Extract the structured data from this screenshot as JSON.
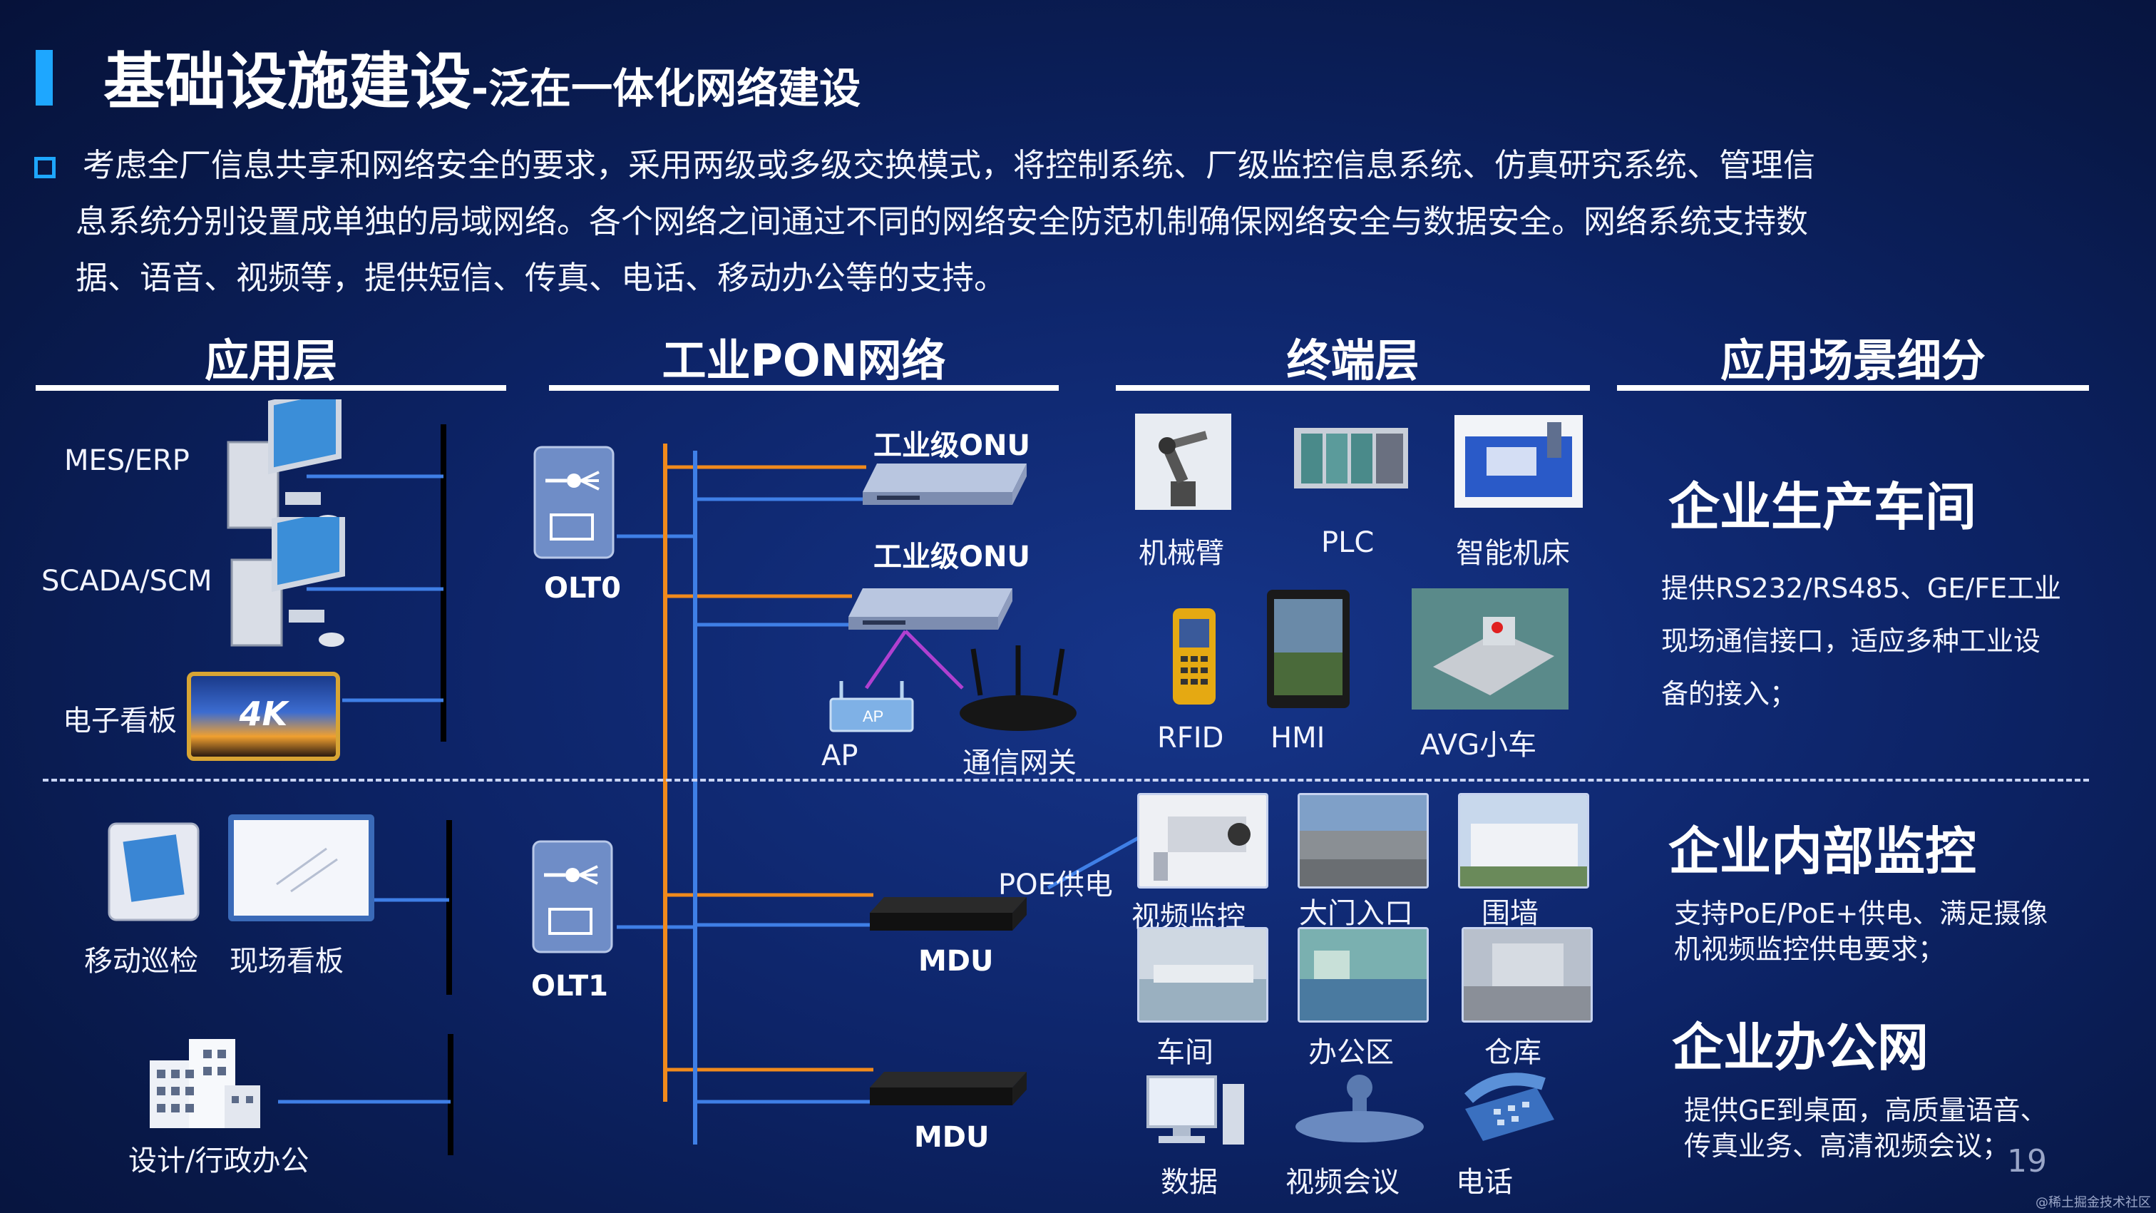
{
  "title": {
    "main": "基础设施建设",
    "sub": "-泛在一体化网络建设"
  },
  "intro": {
    "line1": "考虑全厂信息共享和网络安全的要求，采用两级或多级交换模式，将控制系统、厂级监控信息系统、仿真研究系统、管理信",
    "line2": "息系统分别设置成单独的局域网络。各个网络之间通过不同的网络安全防范机制确保网络安全与数据安全。网络系统支持数",
    "line3": "据、语音、视频等，提供短信、传真、电话、移动办公等的支持。"
  },
  "columns": {
    "app": "应用层",
    "pon": "工业PON网络",
    "terminal": "终端层",
    "scene": "应用场景细分"
  },
  "app_layer": {
    "mes": "MES/ERP",
    "scada": "SCADA/SCM",
    "board": "电子看板",
    "board_screen": "4K",
    "mobile": "移动巡检",
    "site_board": "现场看板",
    "office": "设计/行政办公"
  },
  "pon": {
    "olt0": "OLT0",
    "olt1": "OLT1",
    "onu1": "工业级ONU",
    "onu2": "工业级ONU",
    "ap": "AP",
    "ap_device": "AP",
    "gateway": "通信网关",
    "poe": "POE供电",
    "mdu1": "MDU",
    "mdu2": "MDU"
  },
  "terminal": {
    "arm": "机械臂",
    "plc": "PLC",
    "machine": "智能机床",
    "rfid": "RFID",
    "hmi": "HMI",
    "agv": "AVG小车",
    "video": "视频监控",
    "gate": "大门入口",
    "wall": "围墙",
    "workshop": "车间",
    "office_area": "办公区",
    "warehouse": "仓库",
    "data": "数据",
    "conference": "视频会议",
    "phone": "电话"
  },
  "scenes": {
    "s1_title": "企业生产车间",
    "s1_desc_1": "提供RS232/RS485、GE/FE工业",
    "s1_desc_2": "现场通信接口，适应多种工业设",
    "s1_desc_3": "备的接入；",
    "s2_title": "企业内部监控",
    "s2_desc_1": "支持PoE/PoE+供电、满足摄像",
    "s2_desc_2": "机视频监控供电要求；",
    "s3_title": "企业办公网",
    "s3_desc_1": "提供GE到桌面，高质量语音、",
    "s3_desc_2": "传真业务、高清视频会议；"
  },
  "page_number": "19",
  "watermark": "@稀土掘金技术社区",
  "colors": {
    "accent": "#1ea7ff",
    "orange_link": "#f08a1c",
    "blue_link": "#3f7fe6",
    "purple_link": "#b040d0"
  }
}
